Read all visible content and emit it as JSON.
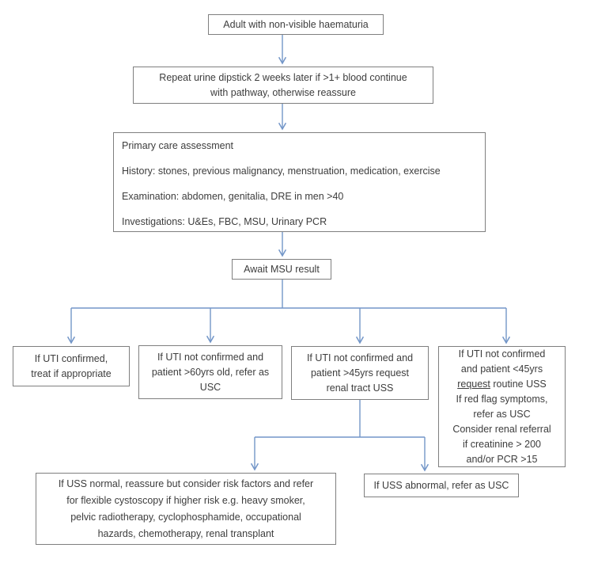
{
  "colors": {
    "connector": "#7396c8",
    "border": "#7f7f7f",
    "text": "#3d3d3d",
    "background": "#ffffff"
  },
  "nodes": {
    "start": {
      "text": "Adult with non-visible haematuria"
    },
    "repeat_dipstick": {
      "lines": [
        "Repeat urine dipstick 2 weeks later if >1+ blood continue",
        "with pathway, otherwise reassure"
      ]
    },
    "primary_care": {
      "lines": [
        "Primary care assessment",
        "History: stones, previous malignancy, menstruation, medication, exercise",
        "Examination: abdomen, genitalia, DRE in men >40",
        "Investigations: U&Es, FBC, MSU, Urinary PCR"
      ]
    },
    "await_msu": {
      "text": "Await MSU result"
    },
    "uti_confirmed": {
      "lines": [
        "If UTI confirmed,",
        "treat if appropriate"
      ]
    },
    "not_confirmed_over60": {
      "lines": [
        "If UTI not confirmed and",
        "patient >60yrs old, refer as",
        "USC"
      ]
    },
    "not_confirmed_over45": {
      "lines": [
        "If UTI not confirmed and",
        "patient >45yrs request",
        "renal tract USS"
      ]
    },
    "not_confirmed_under45": {
      "line1": "If UTI not confirmed",
      "line2": "and patient <45yrs",
      "line3_underlined": "request",
      "line3_rest": " routine USS",
      "line4": "If red flag symptoms,",
      "line5": "refer as USC",
      "line6": "Consider renal referral",
      "line7": "if creatinine > 200",
      "line8": "and/or PCR >15"
    },
    "uss_normal": {
      "lines": [
        "If USS normal, reassure but consider risk factors and refer",
        "for flexible cystoscopy if higher risk e.g. heavy smoker,",
        "pelvic radiotherapy, cyclophosphamide, occupational",
        "hazards, chemotherapy, renal transplant"
      ]
    },
    "uss_abnormal": {
      "text": "If USS abnormal, refer as USC"
    }
  }
}
